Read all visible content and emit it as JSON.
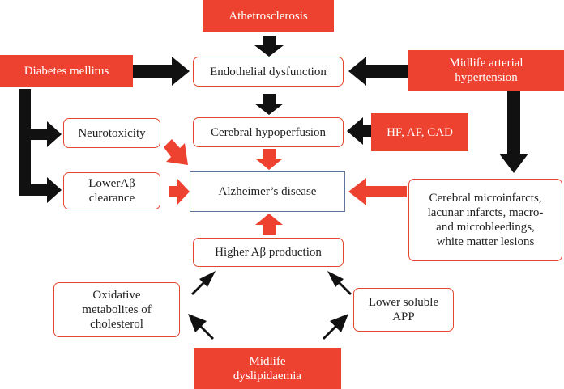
{
  "nodes": {
    "atherosclerosis": "Athetrosclerosis",
    "diabetes": "Diabetes mellitus",
    "endothelial": "Endothelial dysfunction",
    "hypertension": "Midlife arterial\nhypertension",
    "neurotoxicity": "Neurotoxicity",
    "hypoperfusion": "Cerebral hypoperfusion",
    "cardiac": "HF, AF, CAD",
    "lower_clearance": "LowerAβ\nclearance",
    "alzheimers": "Alzheimer’s disease",
    "microinfarcts": "Cerebral microinfarcts,\nlacunar infarcts, macro-\nand microbleedings,\nwhite matter lesions",
    "higher_production": "Higher Aβ production",
    "oxidative": "Oxidative\nmetabolites of\ncholesterol",
    "soluble_app": "Lower soluble\nAPP",
    "dyslipidaemia": "Midlife\ndyslipidaemia"
  },
  "colors": {
    "accent_fill": "#ee4231",
    "box_border": "#e4472f",
    "center_border": "#5b7498",
    "arrow_black": "#111111",
    "arrow_red": "#ee4231"
  }
}
